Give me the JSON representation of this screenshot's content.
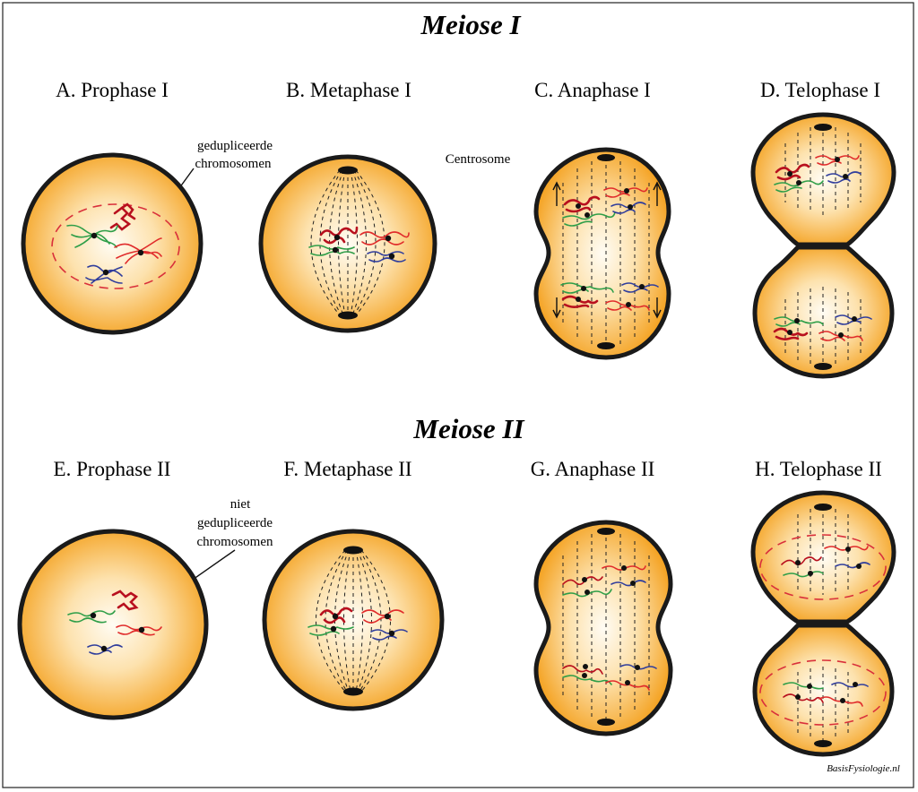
{
  "meiose1_title": "Meiose I",
  "meiose2_title": "Meiose II",
  "stages": {
    "a": "A. Prophase I",
    "b": "B. Metaphase I",
    "c": "C. Anaphase I",
    "d": "D. Telophase I",
    "e": "E. Prophase II",
    "f": "F. Metaphase II",
    "g": "G. Anaphase II",
    "h": "H. Telophase II"
  },
  "annotations": {
    "duplicated_line1": "gedupliceerde",
    "duplicated_line2": "chromosomen",
    "centrosome": "Centrosome",
    "not_duplicated_line1": "niet",
    "not_duplicated_line2": "gedupliceerde",
    "not_duplicated_line3": "chromosomen"
  },
  "credit": "BasisFysiologie.nl",
  "colors": {
    "cell_fill_outer": "#f5a623",
    "cell_fill_inner": "#fffaf0",
    "outline": "#1a1a1a",
    "chromosome_red": "#e02b2b",
    "chromosome_darkred": "#b8101e",
    "chromosome_green": "#2e9e48",
    "chromosome_blue": "#2f3d9c",
    "nuclear_envelope": "#d9303b"
  }
}
